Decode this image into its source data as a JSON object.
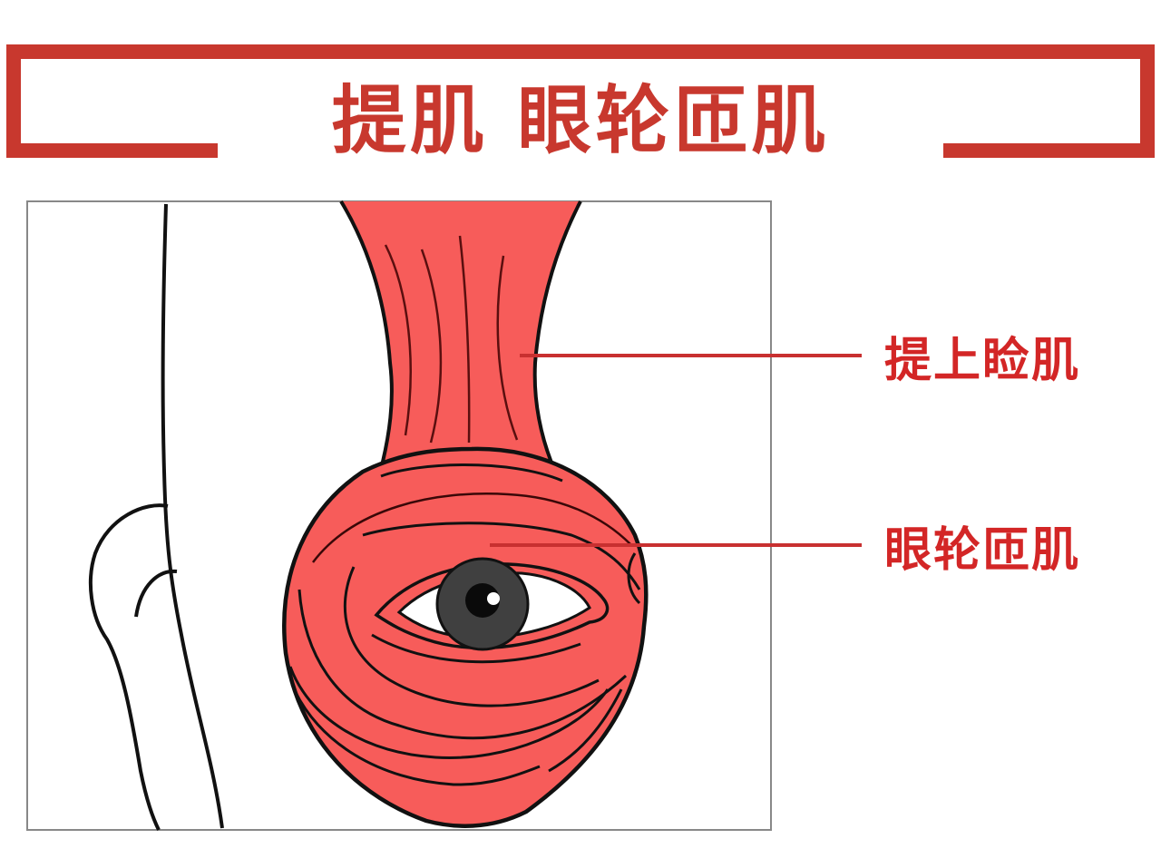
{
  "title": {
    "text": "提肌  眼轮匝肌",
    "color": "#c8382e"
  },
  "labels": [
    {
      "id": "levator",
      "text": "提上睑肌",
      "color": "#d32626"
    },
    {
      "id": "orbicularis",
      "text": "眼轮匝肌",
      "color": "#d32626"
    }
  ],
  "colors": {
    "frame": "#c8382e",
    "muscle_fill": "#f75c5a",
    "outline": "#111111",
    "leader_line": "#c83030",
    "iris": "#404040",
    "pupil": "#0a0a0a",
    "panel_border": "#888888"
  },
  "figure": {
    "description": "Side-view illustration of the eye showing levator palpebrae superioris muscle above the orbicularis oculi ring",
    "parts": [
      "ear",
      "head-outline",
      "levator-muscle",
      "orbicularis-oculi",
      "eye"
    ]
  }
}
